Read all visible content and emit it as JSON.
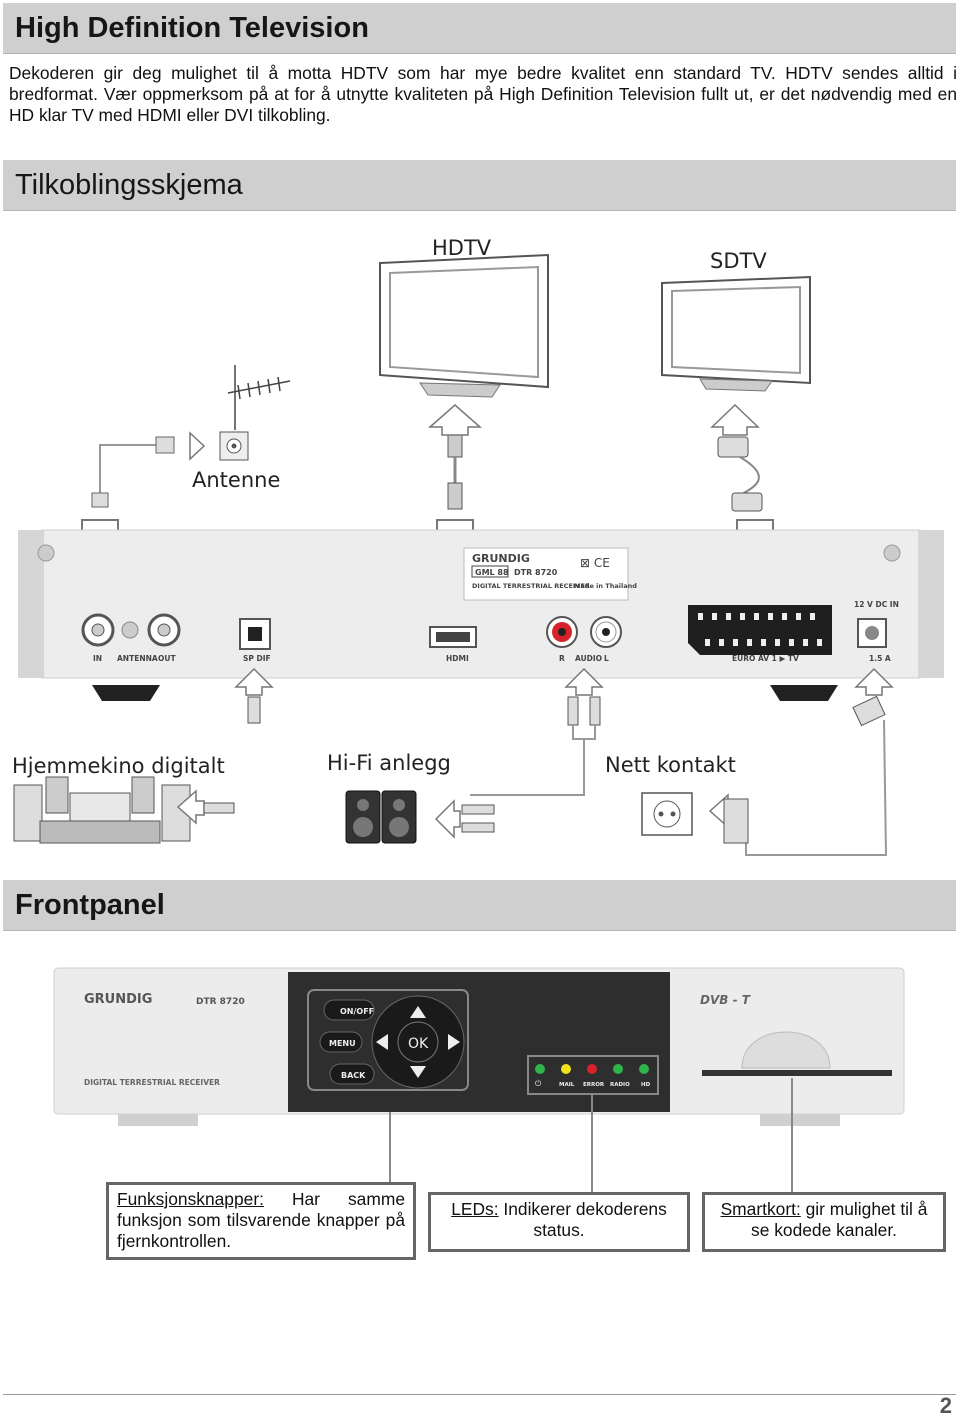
{
  "header": {
    "title": "High Definition Television"
  },
  "intro": "Dekoderen gir deg mulighet til å motta HDTV som har mye bedre kvalitet enn standard TV. HDTV sendes alltid i bredformat. Vær oppmerksom på at for å utnytte kvaliteten på High Definition Television fullt ut, er det nødvendig med en HD klar TV med HDMI eller DVI tilkobling.",
  "diagram": {
    "section_title": "Tilkoblingsskjema",
    "hdtv_label": "HDTV",
    "sdtv_label": "SDTV",
    "antenna_label": "Antenne",
    "home_cinema_label": "Hjemmekino digitalt",
    "hifi_label": "Hi-Fi anlegg",
    "power_label": "Nett kontakt",
    "rear_panel": {
      "brand": "GRUNDIG",
      "model_badge": "GML 88",
      "model": "DTR 8720",
      "subtitle": "DIGITAL TERRESTRIAL RECEIVER",
      "made_in": "Made in Thailand",
      "ports": {
        "in": "IN",
        "antenna": "ANTENNA",
        "out": "OUT",
        "spdif": "SP DIF",
        "hdmi": "HDMI",
        "r": "R",
        "audio": "AUDIO",
        "l": "L",
        "euro": "EURO AV 1 ▶ TV",
        "dc_in": "12 V DC IN",
        "dc_rating": "1.5 A"
      }
    }
  },
  "frontpanel": {
    "section_title": "Frontpanel",
    "brand": "GRUNDIG",
    "model": "DTR 8720",
    "subtitle": "DIGITAL TERRESTRIAL RECEIVER",
    "dvb_logo": "DVB - T",
    "buttons": {
      "onoff": "ON/OFF",
      "menu": "MENU",
      "back": "BACK",
      "ok": "OK"
    },
    "leds": [
      "MAIL",
      "ERROR",
      "RADIO",
      "HD"
    ],
    "led_colors": [
      "#2fb34a",
      "#f2e21a",
      "#d6232b",
      "#2fb34a",
      "#2fb34a"
    ],
    "callouts": [
      {
        "title": "Funksjonsknapper:",
        "text": " Har samme funksjon som tilsvarende knapper på fjernkontrollen."
      },
      {
        "title": "LEDs:",
        "text": " Indikerer dekoderens status."
      },
      {
        "title": "Smartkort:",
        "text": " gir mulighet til å se kodede kanaler."
      }
    ]
  },
  "page_number": "2"
}
